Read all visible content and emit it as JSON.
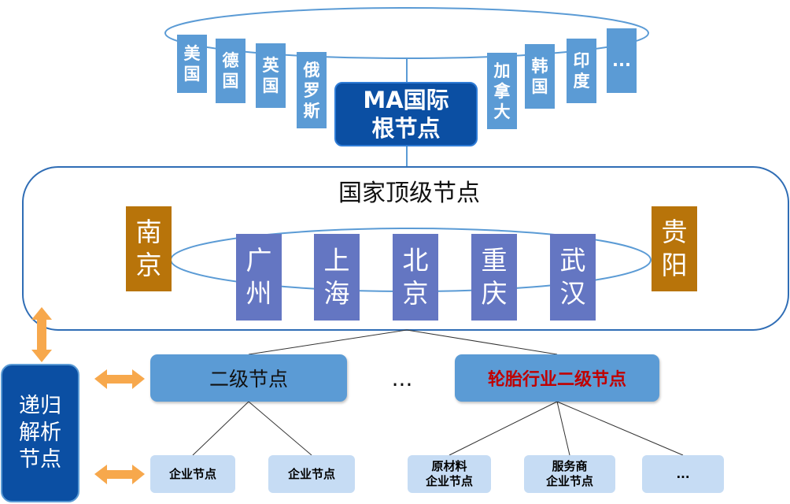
{
  "root": {
    "line1": "MA国际",
    "line2": "根节点"
  },
  "countries": [
    "美国",
    "德国",
    "英国",
    "俄罗斯",
    "加拿大",
    "韩国",
    "印度",
    "..."
  ],
  "national": {
    "title": "国家顶级节点",
    "cities_blue": [
      "广州",
      "上海",
      "北京",
      "重庆",
      "武汉"
    ],
    "cities_brown": [
      "南京",
      "贵阳"
    ]
  },
  "level2": {
    "left": "二级节点",
    "ellipsis": "...",
    "right": "轮胎行业二级节点"
  },
  "enterprises": {
    "left1": "企业节点",
    "left2": "企业节点",
    "right1_line1": "原材料",
    "right1_line2": "企业节点",
    "right2_line1": "服务商",
    "right2_line2": "企业节点",
    "right3": "..."
  },
  "recursive": {
    "line1": "递归",
    "line2": "解析",
    "line3": "节点"
  },
  "colors": {
    "country_blue": "#5b9bd5",
    "city_blue": "#6476c2",
    "city_brown": "#b8740a",
    "root_dark_blue": "#0b4fa3",
    "enterprise_light": "#c6dcf4",
    "arrow_orange": "#f7a84c",
    "highlight_red": "#c00000"
  }
}
